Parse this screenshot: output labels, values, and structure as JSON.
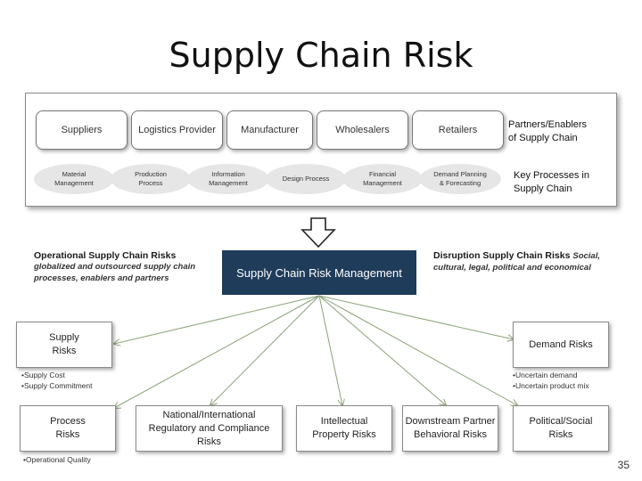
{
  "title": "Supply Chain Risk",
  "partners": [
    "Suppliers",
    "Logistics Provider",
    "Manufacturer",
    "Wholesalers",
    "Retailers"
  ],
  "partners_label": "Partners/Enablers\nof Supply Chain",
  "processes": [
    "Material\nManagement",
    "Production\nProcess",
    "Information\nManagement",
    "Design Process",
    "Financial\nManagement",
    "Demand Planning\n& Forecasting"
  ],
  "processes_label": "Key Processes  in\nSupply Chain",
  "center": "Supply Chain Risk Management",
  "operational": {
    "heading": "Operational Supply Chain Risks",
    "desc": "globalized and outsourced  supply chain\nprocesses, enablers and partners"
  },
  "disruption": {
    "heading": "Disruption Supply Chain Risks",
    "desc_inline": "Social,",
    "desc": "cultural, legal, political and economical"
  },
  "risks": {
    "supply": {
      "label": "Supply\nRisks",
      "bullets": [
        "•Supply Cost",
        "•Supply Commitment"
      ]
    },
    "demand": {
      "label": "Demand Risks",
      "bullets": [
        "•Uncertain demand",
        "•Uncertain product mix"
      ]
    },
    "process": {
      "label": "Process\nRisks",
      "bullets": [
        "•Operational Quality"
      ]
    },
    "national": {
      "label": "National/International\nRegulatory and Compliance\nRisks"
    },
    "ip": {
      "label": "Intellectual\nProperty Risks"
    },
    "downstream": {
      "label": "Downstream Partner\nBehavioral Risks"
    },
    "political": {
      "label": "Political/Social\nRisks"
    }
  },
  "page_number": "35"
}
